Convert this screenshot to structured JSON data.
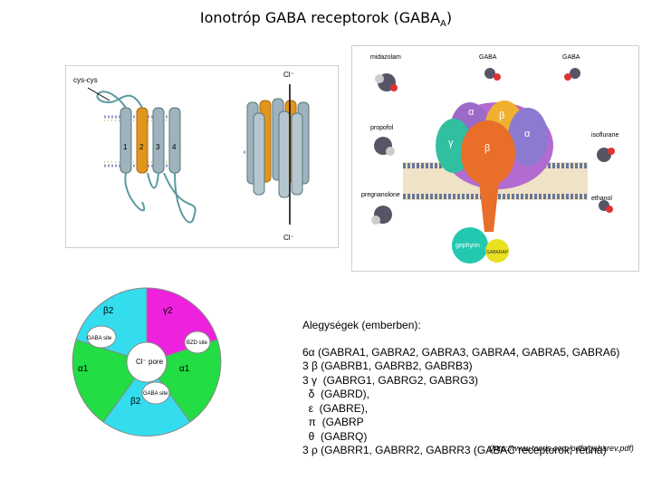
{
  "title": {
    "main": "Ionotróp GABA receptorok (GABA",
    "sub": "A",
    "close": ")"
  },
  "figure_topology": {
    "label_cys": "cys-cys",
    "label_cl_top": "Cl⁻",
    "label_cl_bottom": "Cl⁻",
    "tm_labels": [
      "1",
      "2",
      "3",
      "4"
    ]
  },
  "figure_structure": {
    "labels": [
      "midazolam",
      "GABA",
      "GABA",
      "propofol",
      "isoflurane",
      "pregnanolone",
      "ethanol",
      "gephyrin",
      "GABARAP"
    ],
    "subunit_letters": [
      "α",
      "β",
      "γ",
      "β",
      "α"
    ]
  },
  "figure_wheel": {
    "sectors": [
      "β2",
      "γ2",
      "α1",
      "β2",
      "α1"
    ],
    "center_label": "Cl⁻ pore",
    "site_gaba_1": "GABA site",
    "site_gaba_2": "GABA site",
    "site_bzd": "BZD site",
    "colors": {
      "beta": "#33ddee",
      "gamma": "#ee22dd",
      "alpha": "#22dd44"
    }
  },
  "subunits": {
    "heading": "Alegységek (emberben):",
    "rows": [
      "6α (GABRA1, GABRA2, GABRA3, GABRA4, GABRA5, GABRA6)",
      "3 β (GABRB1, GABRB2, GABRB3)",
      "3 γ  (GABRG1, GABRG2, GABRG3)",
      "  δ  (GABRD),",
      "  ε  (GABRE),",
      "  π  (GABRP",
      "  θ  (GABRQ)",
      "3 ρ (GABRR1, GABRR2, GABRR3 (GABAC receptorok; retina)"
    ]
  },
  "reference": "(http://www.tocris.com/pdfs/gabarev.pdf)"
}
